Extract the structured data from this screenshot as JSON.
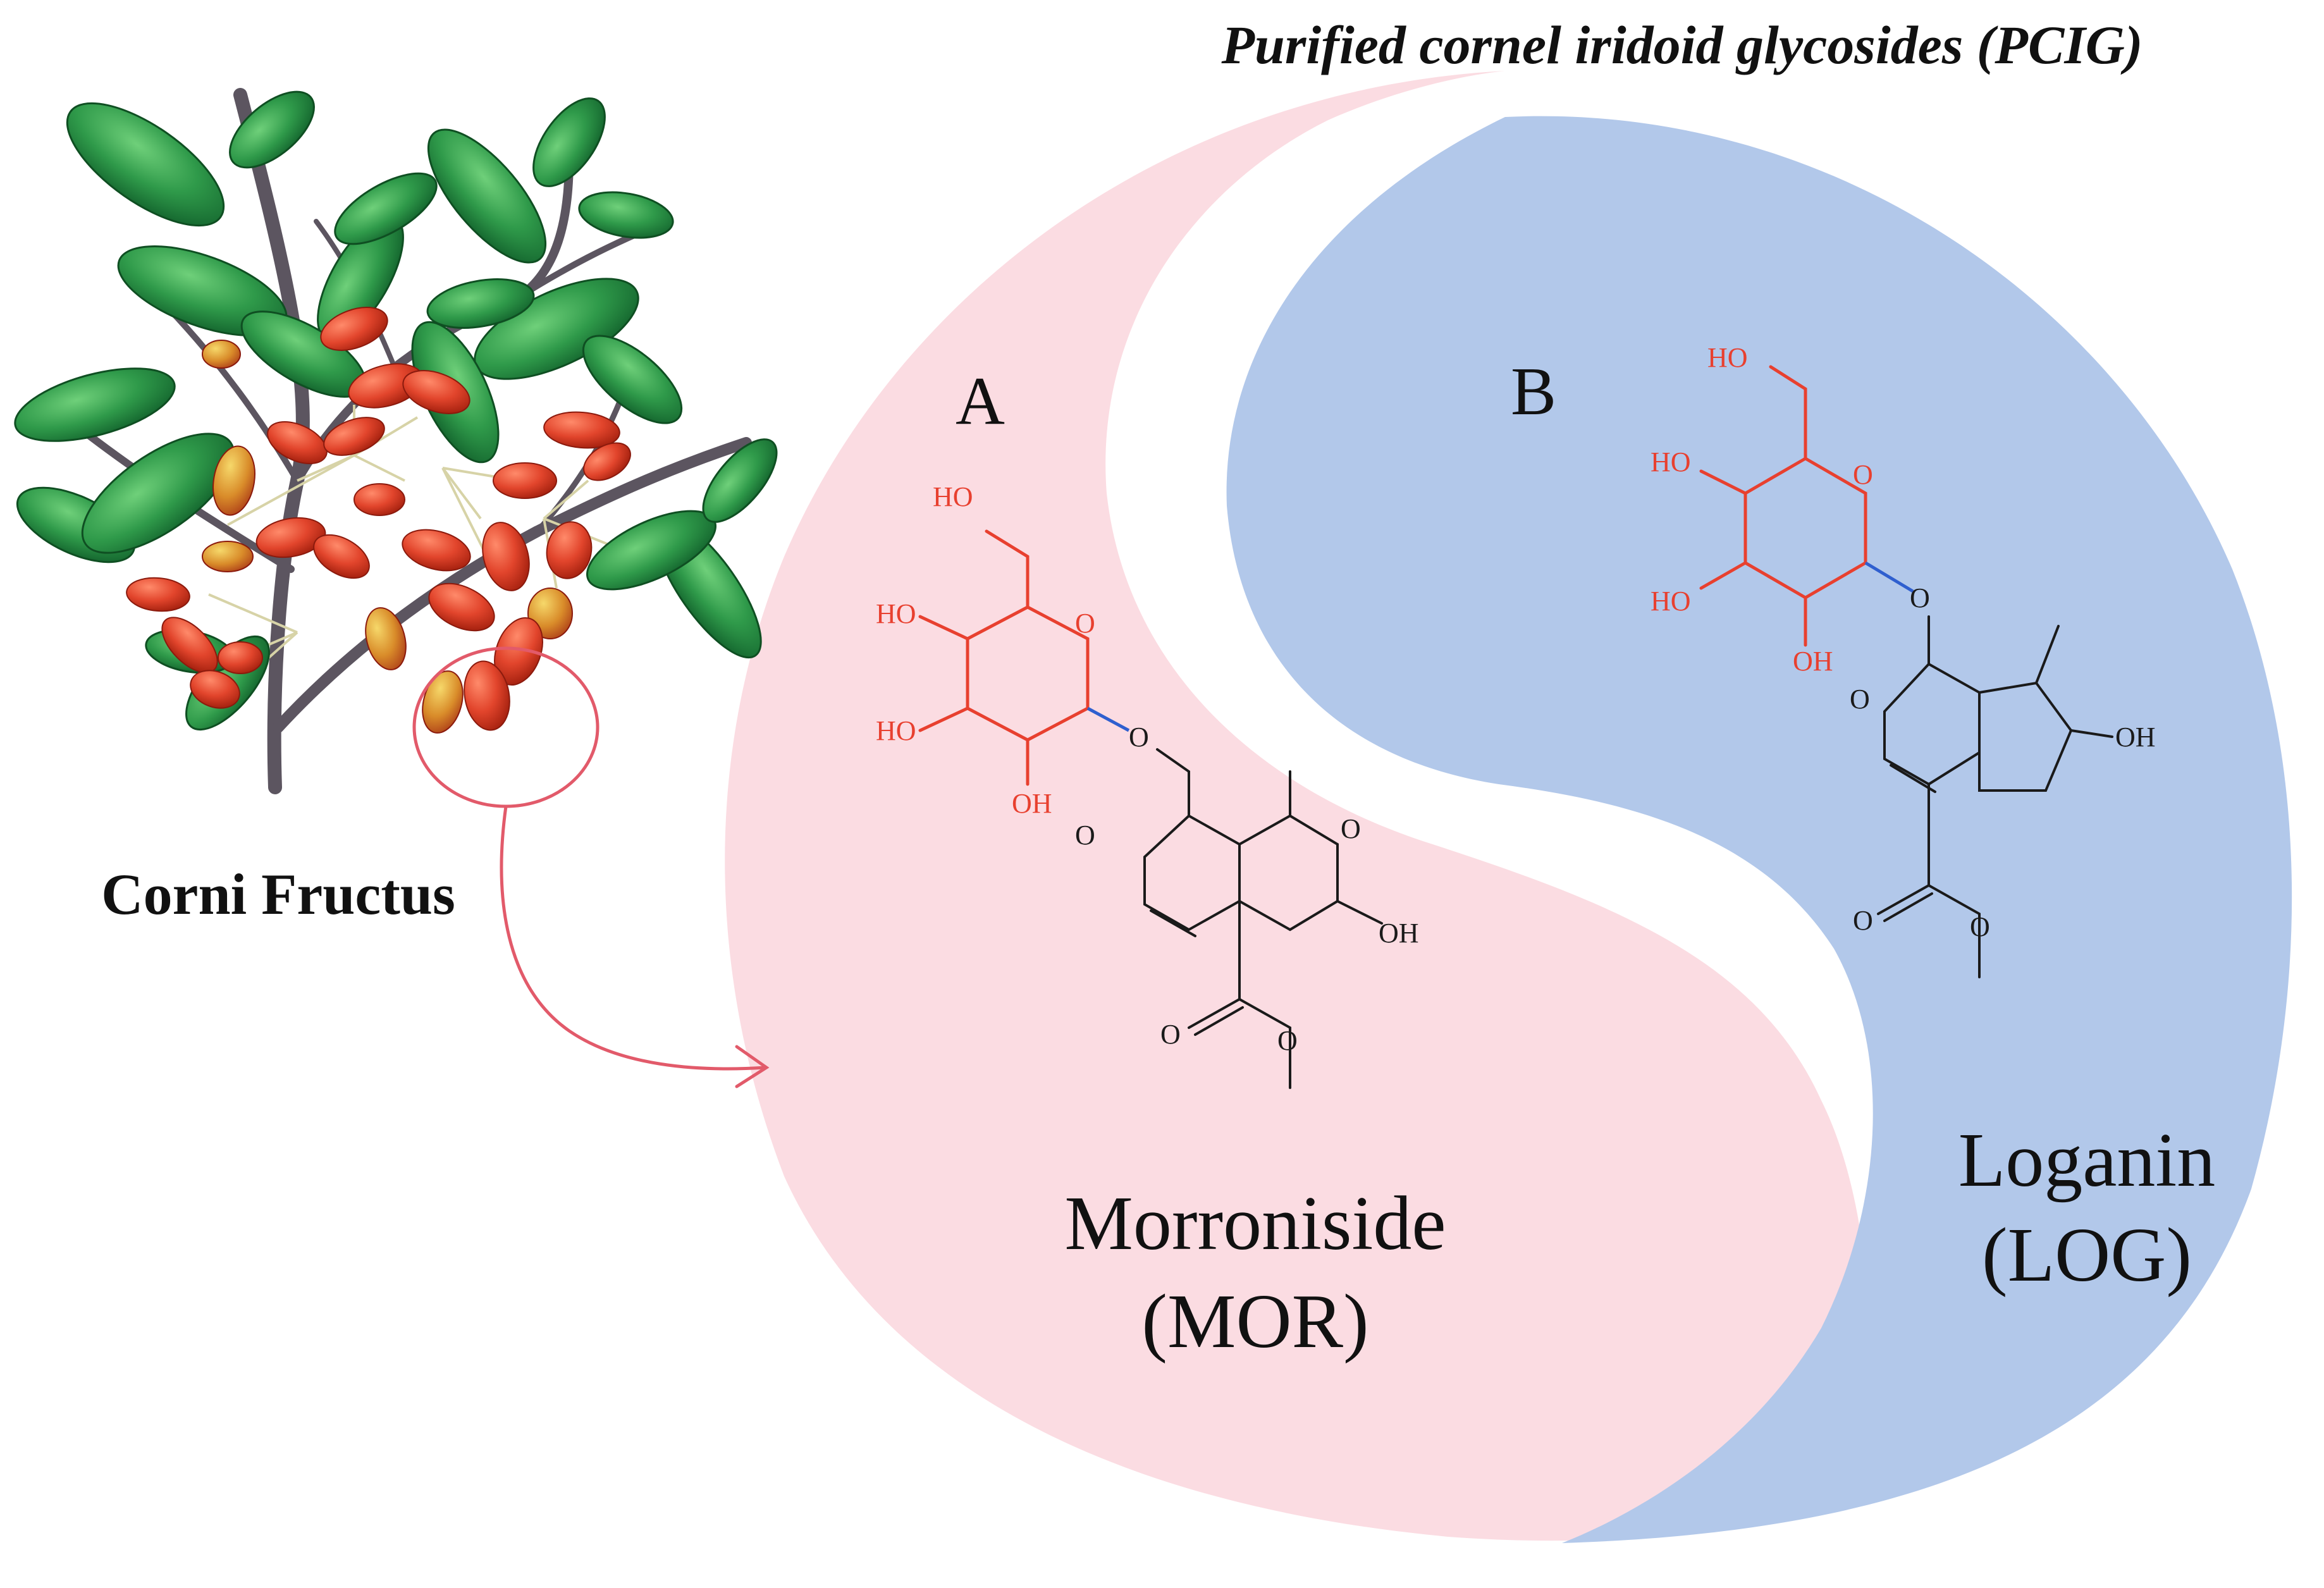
{
  "title": "Purified cornel iridoid glycosides (PCIG)",
  "plant": {
    "label": "Corni Fructus"
  },
  "compounds": [
    {
      "letter": "A",
      "name": "Morroniside",
      "abbr": "(MOR)"
    },
    {
      "letter": "B",
      "name": "Loganin",
      "abbr": "(LOG)"
    }
  ],
  "groups": {
    "ho": "HO",
    "oh": "OH",
    "o": "O"
  },
  "colors": {
    "pink_region": "#fbdce2",
    "blue_region": "#b2c8ea",
    "sugar_red": "#e8402f",
    "glycosidic_blue": "#2f5fcf",
    "skeleton_black": "#1a1a1a",
    "callout": "#e25a6a",
    "leaf_green": "#2f9a4a",
    "berry_red": "#e2452c",
    "stem": "#5c5560"
  }
}
